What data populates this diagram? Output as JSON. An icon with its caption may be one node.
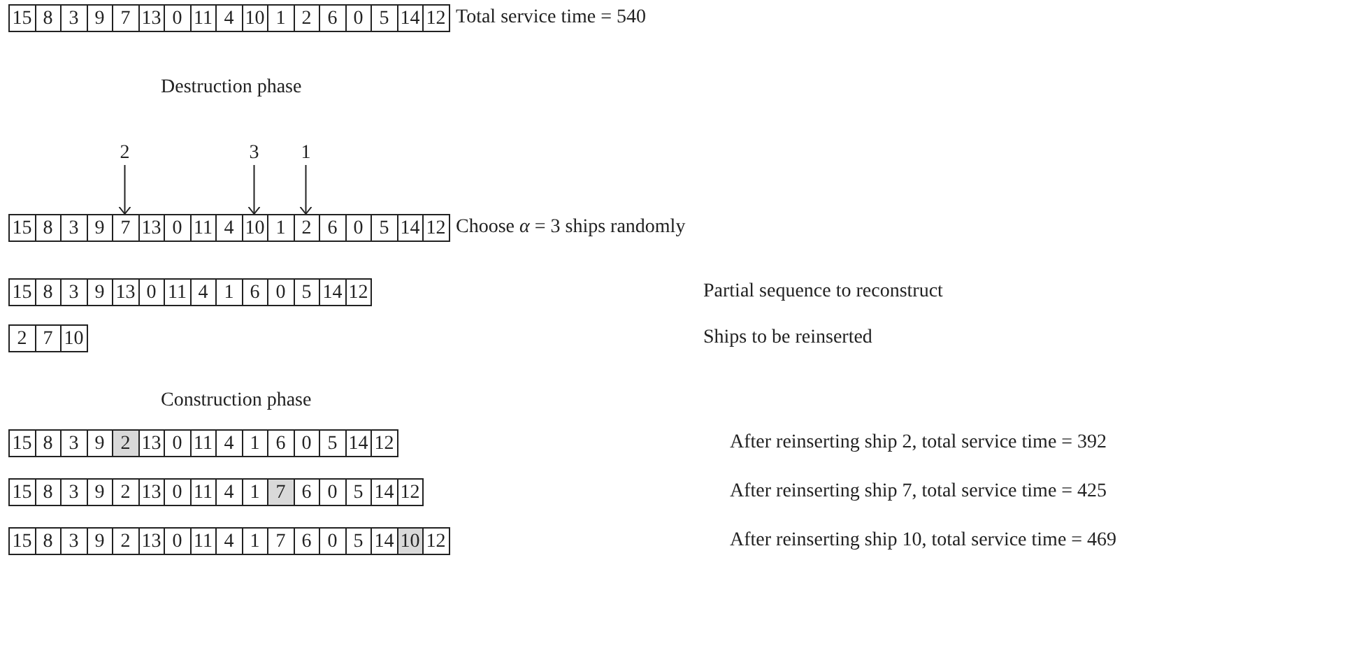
{
  "diagram": {
    "nodes": [
      {
        "text": [
          "15"
        ]
      },
      {
        "text": [
          "8"
        ]
      },
      {
        "text": [
          "3"
        ]
      },
      {
        "text": [
          "9"
        ]
      },
      {
        "text": [
          "7"
        ]
      },
      {
        "text": [
          "13"
        ]
      },
      {
        "text": [
          "0"
        ]
      },
      {
        "text": [
          "11"
        ]
      },
      {
        "text": [
          "4"
        ]
      },
      {
        "text": [
          "10"
        ]
      },
      {
        "text": [
          "1"
        ]
      },
      {
        "text": [
          "2"
        ]
      },
      {
        "text": [
          "6"
        ]
      },
      {
        "text": [
          "0"
        ]
      },
      {
        "text": [
          "5"
        ]
      },
      {
        "text": [
          "14"
        ]
      },
      {
        "text": [
          "12"
        ]
      },
      {
        "text": [
          "2"
        ]
      },
      {
        "text": [
          "3"
        ]
      },
      {
        "text": [
          "1"
        ]
      },
      {
        "text": [
          "15"
        ]
      },
      {
        "text": [
          "8"
        ]
      },
      {
        "text": [
          "3"
        ]
      },
      {
        "text": [
          "9"
        ]
      },
      {
        "text": [
          "7"
        ]
      },
      {
        "text": [
          "13"
        ]
      },
      {
        "text": [
          "0"
        ]
      },
      {
        "text": [
          "11"
        ]
      },
      {
        "text": [
          "4"
        ]
      },
      {
        "text": [
          "10"
        ]
      },
      {
        "text": [
          "1"
        ]
      },
      {
        "text": [
          "2"
        ]
      },
      {
        "text": [
          "6"
        ]
      },
      {
        "text": [
          "0"
        ]
      },
      {
        "text": [
          "5"
        ]
      },
      {
        "text": [
          "14"
        ]
      },
      {
        "text": [
          "12"
        ]
      },
      {
        "text": [
          "15"
        ]
      },
      {
        "text": [
          "8"
        ]
      },
      {
        "text": [
          "3"
        ]
      },
      {
        "text": [
          "9"
        ]
      },
      {
        "text": [
          "13"
        ]
      },
      {
        "text": [
          "0"
        ]
      },
      {
        "text": [
          "11"
        ]
      },
      {
        "text": [
          "4"
        ]
      },
      {
        "text": [
          "1"
        ]
      },
      {
        "text": [
          "6"
        ]
      },
      {
        "text": [
          "0"
        ]
      },
      {
        "text": [
          "5"
        ]
      },
      {
        "text": [
          "14"
        ]
      },
      {
        "text": [
          "12"
        ]
      },
      {
        "text": [
          "2"
        ]
      },
      {
        "text": [
          "7"
        ]
      },
      {
        "text": [
          "10"
        ]
      },
      {
        "text": [
          "15"
        ]
      },
      {
        "text": [
          "8"
        ]
      },
      {
        "text": [
          "3"
        ]
      },
      {
        "text": [
          "9"
        ]
      },
      {
        "text": [
          "2"
        ]
      },
      {
        "text": [
          "13"
        ]
      },
      {
        "text": [
          "0"
        ]
      },
      {
        "text": [
          "11"
        ]
      },
      {
        "text": [
          "4"
        ]
      },
      {
        "text": [
          "1"
        ]
      },
      {
        "text": [
          "6"
        ]
      },
      {
        "text": [
          "0"
        ]
      },
      {
        "text": [
          "5"
        ]
      },
      {
        "text": [
          "14"
        ]
      },
      {
        "text": [
          "12"
        ]
      },
      {
        "text": [
          "15"
        ]
      },
      {
        "text": [
          "8"
        ]
      },
      {
        "text": [
          "3"
        ]
      },
      {
        "text": [
          "9"
        ]
      },
      {
        "text": [
          "2"
        ]
      },
      {
        "text": [
          "13"
        ]
      },
      {
        "text": [
          "0"
        ]
      },
      {
        "text": [
          "11"
        ]
      },
      {
        "text": [
          "4"
        ]
      },
      {
        "text": [
          "1"
        ]
      },
      {
        "text": [
          "7"
        ]
      },
      {
        "text": [
          "6"
        ]
      },
      {
        "text": [
          "0"
        ]
      },
      {
        "text": [
          "5"
        ]
      },
      {
        "text": [
          "14"
        ]
      },
      {
        "text": [
          "12"
        ]
      },
      {
        "text": [
          "15"
        ]
      },
      {
        "text": [
          "8"
        ]
      },
      {
        "text": [
          "3"
        ]
      },
      {
        "text": [
          "9"
        ]
      },
      {
        "text": [
          "2"
        ]
      },
      {
        "text": [
          "13"
        ]
      },
      {
        "text": [
          "0"
        ]
      },
      {
        "text": [
          "11"
        ]
      },
      {
        "text": [
          "4"
        ]
      },
      {
        "text": [
          "1"
        ]
      },
      {
        "text": [
          "7"
        ]
      },
      {
        "text": [
          "6"
        ]
      },
      {
        "text": [
          "0"
        ]
      },
      {
        "text": [
          "5"
        ]
      },
      {
        "text": [
          "14"
        ]
      },
      {
        "text": [
          "10"
        ]
      },
      {
        "text": [
          "12"
        ]
      }
    ],
    "edges": [
      {
        "from": 17,
        "to": 24,
        "arrow": "to"
      },
      {
        "from": 18,
        "to": 29,
        "arrow": "to"
      },
      {
        "from": 19,
        "to": 31,
        "arrow": "to"
      }
    ],
    "labels": [
      "Total service time = 540",
      "Destruction phase",
      "Choose *α* = 3 ships randomly",
      "Partial sequence to reconstruct",
      "Ships to be reinserted",
      "Construction phase",
      "After reinserting ship 2, total service time = 392",
      "After reinserting ship 7, total service time = 425",
      "After reinserting ship 10, total service time = 469"
    ]
  }
}
